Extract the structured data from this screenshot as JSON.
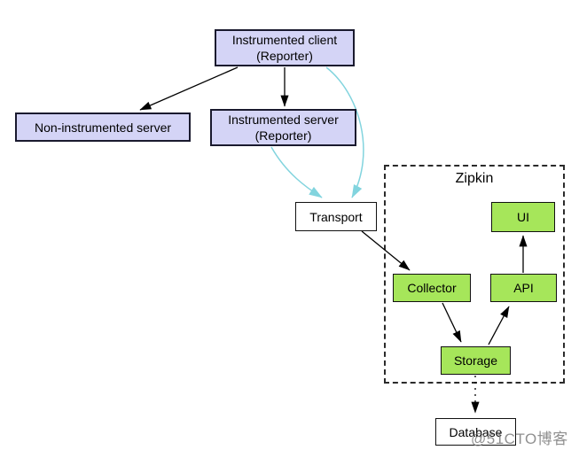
{
  "container": {
    "label": "Zipkin"
  },
  "nodes": {
    "instrumented_client": {
      "label": "Instrumented client\n(Reporter)"
    },
    "non_instrumented_server": {
      "label": "Non-instrumented server"
    },
    "instrumented_server": {
      "label": "Instrumented server\n(Reporter)"
    },
    "transport": {
      "label": "Transport"
    },
    "ui": {
      "label": "UI"
    },
    "collector": {
      "label": "Collector"
    },
    "api": {
      "label": "API"
    },
    "storage": {
      "label": "Storage"
    },
    "database": {
      "label": "Database"
    }
  },
  "edges": [
    {
      "from": "instrumented_client",
      "to": "non_instrumented_server",
      "style": "solid",
      "color": "#000000"
    },
    {
      "from": "instrumented_client",
      "to": "instrumented_server",
      "style": "solid",
      "color": "#000000"
    },
    {
      "from": "instrumented_client",
      "to": "transport",
      "style": "curved",
      "color": "#82d4de"
    },
    {
      "from": "instrumented_server",
      "to": "transport",
      "style": "curved",
      "color": "#82d4de"
    },
    {
      "from": "transport",
      "to": "collector",
      "style": "solid",
      "color": "#000000"
    },
    {
      "from": "collector",
      "to": "storage",
      "style": "solid",
      "color": "#000000"
    },
    {
      "from": "storage",
      "to": "api",
      "style": "solid",
      "color": "#000000"
    },
    {
      "from": "api",
      "to": "ui",
      "style": "solid",
      "color": "#000000"
    },
    {
      "from": "storage",
      "to": "database",
      "style": "dashed",
      "color": "#000000"
    }
  ],
  "colors": {
    "lavender_fill": "#d4d4f6",
    "green_fill": "#a6e65a",
    "white_fill": "#ffffff",
    "edge_black": "#000000",
    "edge_cyan": "#82d4de",
    "dashed_border": "#2b2b2b",
    "watermark_gray": "#7d7d7d"
  },
  "watermark": {
    "text": "@51CTO博客"
  }
}
